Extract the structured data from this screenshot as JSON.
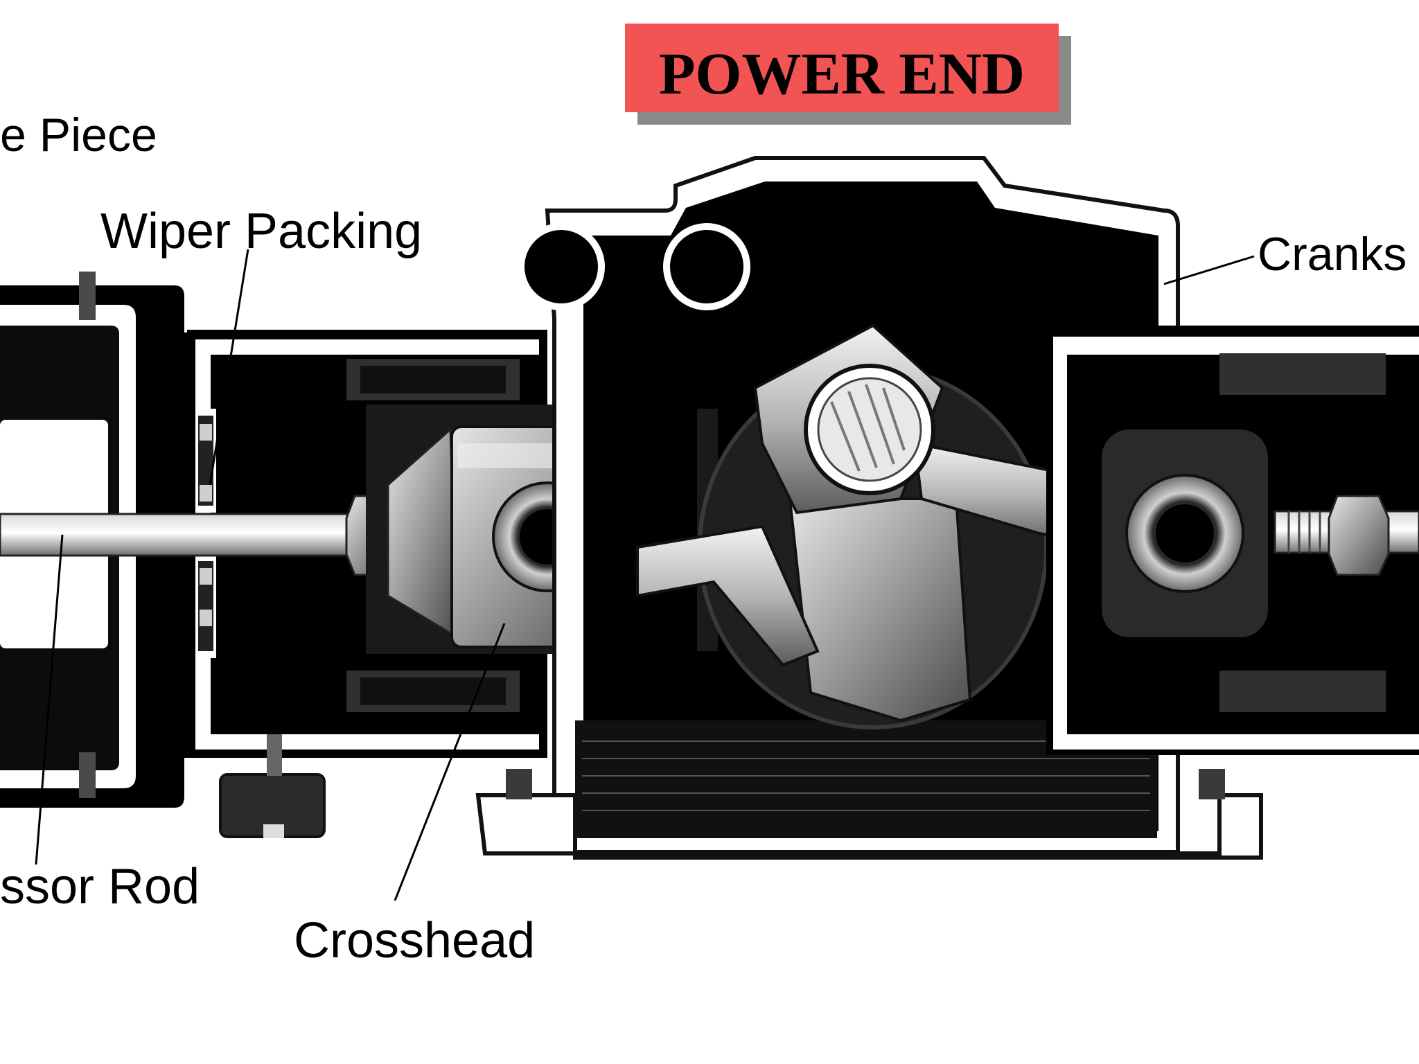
{
  "title": "POWER END",
  "labels": {
    "distance_piece": "e Piece",
    "wiper_packing": "Wiper Packing",
    "crankshaft": "Cranks",
    "compressor_rod": "ssor Rod",
    "crosshead": "Crosshead"
  },
  "colors": {
    "title_bg": "#f25353",
    "title_shadow": "#8a8a8a",
    "ink": "#000000",
    "paper": "#ffffff",
    "metal": "#8c8c8c"
  }
}
